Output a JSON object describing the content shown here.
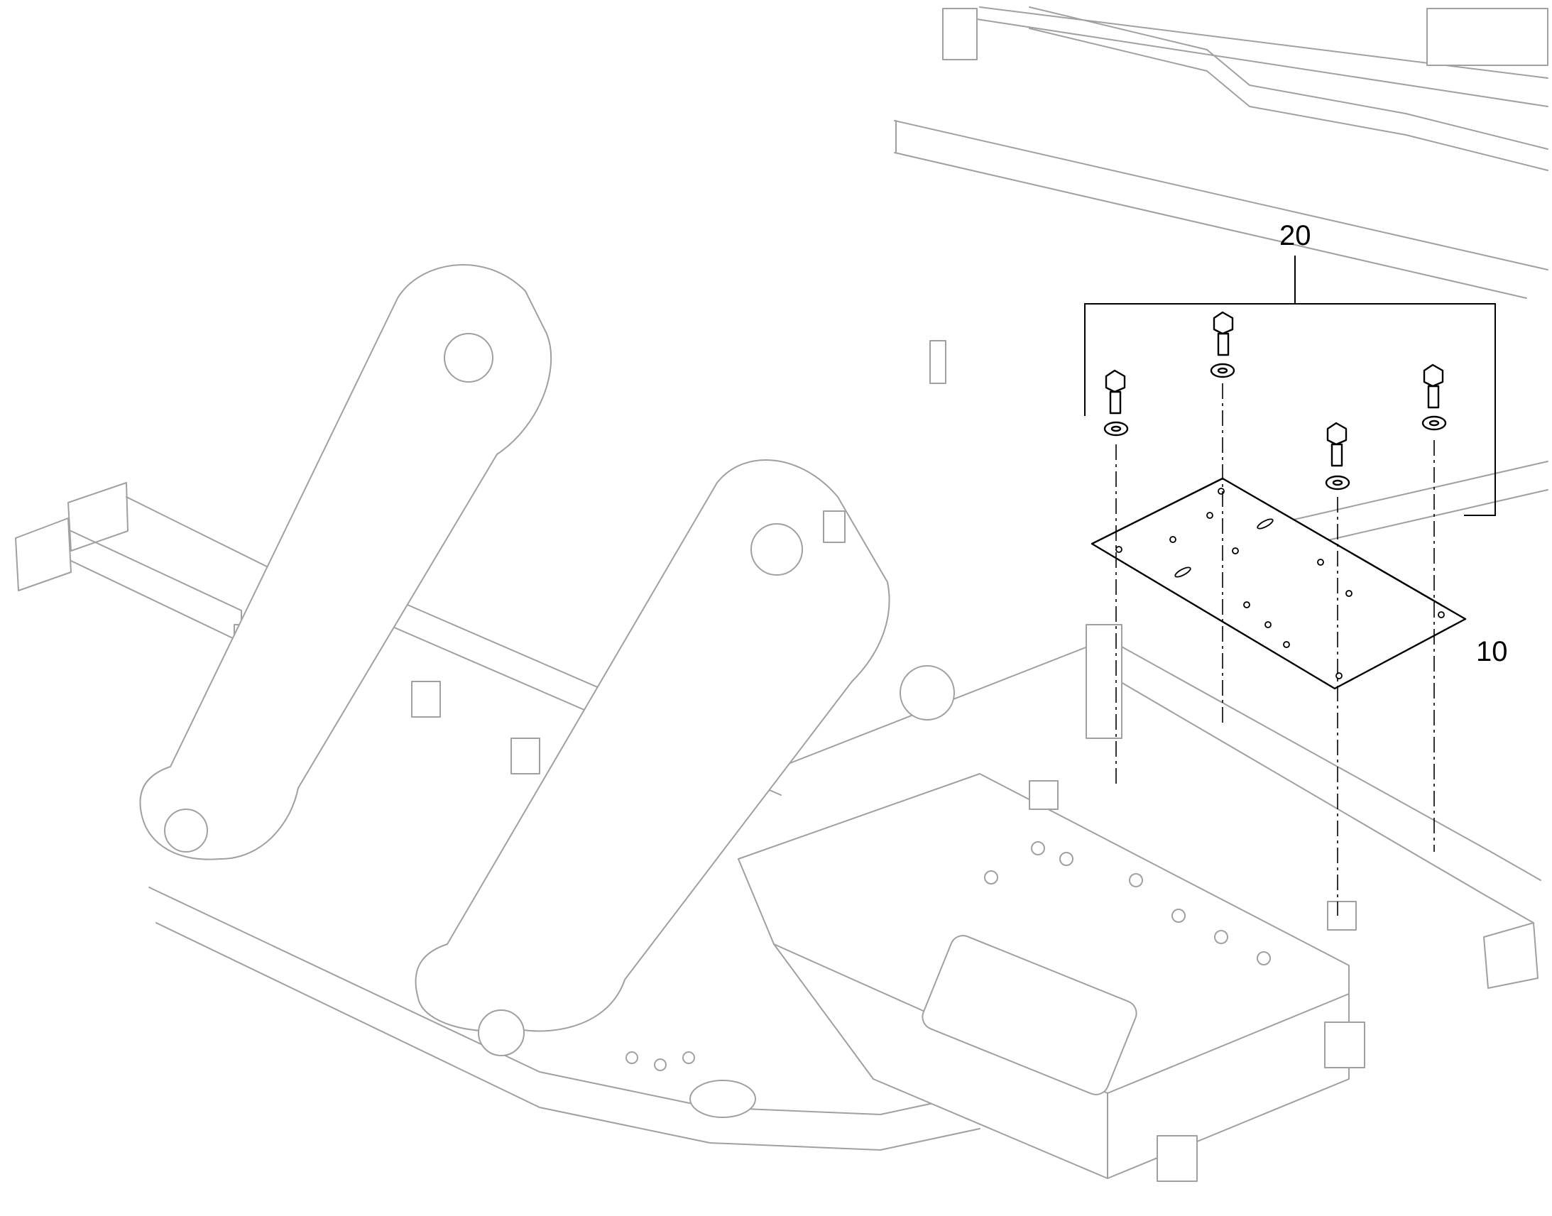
{
  "diagram": {
    "callouts": [
      {
        "id": "20",
        "label": "20"
      },
      {
        "id": "10",
        "label": "10"
      }
    ],
    "colors": {
      "background": "#ffffff",
      "context_lines": "#a0a0a0",
      "highlighted_parts": "#000000"
    }
  }
}
